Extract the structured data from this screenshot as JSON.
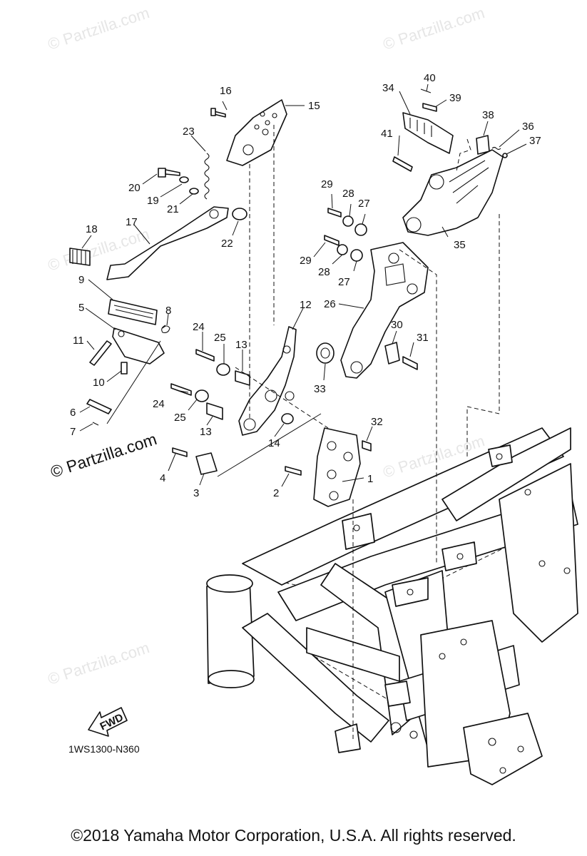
{
  "watermark": {
    "text": "© Partzilla.com",
    "prominent_text": "© Partzilla.com"
  },
  "diagram_code": "1WS1300-N360",
  "fwd_label": "FWD",
  "copyright": "©2018 Yamaha Motor Corporation, U.S.A. All rights reserved.",
  "callouts": {
    "c1": "1",
    "c2": "2",
    "c3": "3",
    "c4": "4",
    "c5": "5",
    "c6": "6",
    "c7": "7",
    "c8": "8",
    "c9": "9",
    "c10": "10",
    "c11": "11",
    "c12": "12",
    "c13a": "13",
    "c13b": "13",
    "c14": "14",
    "c15": "15",
    "c16": "16",
    "c17": "17",
    "c18": "18",
    "c19": "19",
    "c20": "20",
    "c21": "21",
    "c22": "22",
    "c23": "23",
    "c24a": "24",
    "c24b": "24",
    "c25a": "25",
    "c25b": "25",
    "c26": "26",
    "c27a": "27",
    "c27b": "27",
    "c28a": "28",
    "c28b": "28",
    "c29a": "29",
    "c29b": "29",
    "c30": "30",
    "c31": "31",
    "c32": "32",
    "c33": "33",
    "c34": "34",
    "c35": "35",
    "c36": "36",
    "c37": "37",
    "c38": "38",
    "c39": "39",
    "c40": "40",
    "c41": "41"
  }
}
